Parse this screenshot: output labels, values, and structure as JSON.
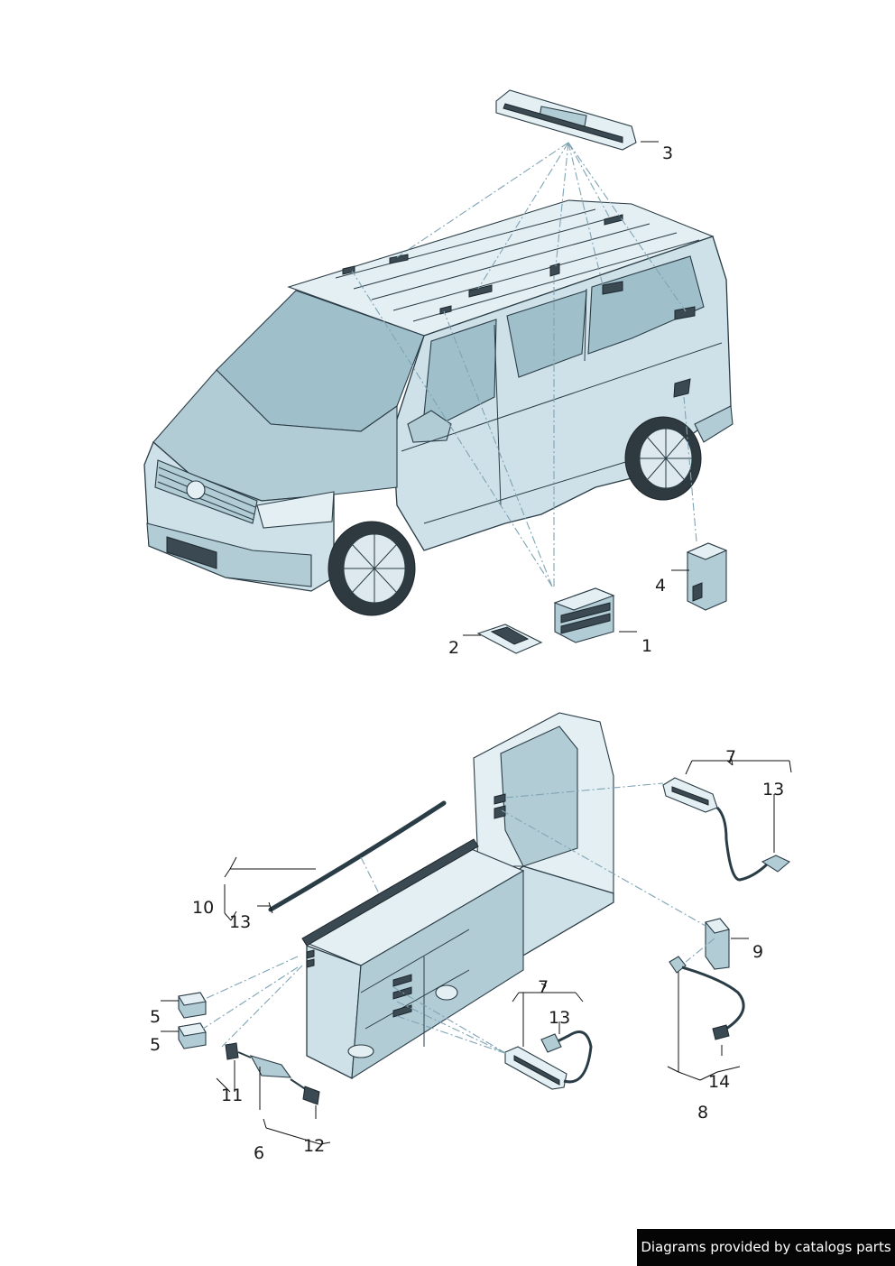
{
  "callouts": {
    "c1": "1",
    "c2": "2",
    "c3": "3",
    "c4": "4",
    "c5a": "5",
    "c5b": "5",
    "c6": "6",
    "c7a": "7",
    "c7b": "7",
    "c8": "8",
    "c9": "9",
    "c10": "10",
    "c11": "11",
    "c12": "12",
    "c13a": "13",
    "c13b": "13",
    "c13c": "13",
    "c14": "14"
  },
  "footer": {
    "credit": "Diagrams provided by catalogs parts"
  },
  "colors": {
    "body": "#cfe1e8",
    "outline": "#2a3c45",
    "leader": "#7fa4b4"
  }
}
